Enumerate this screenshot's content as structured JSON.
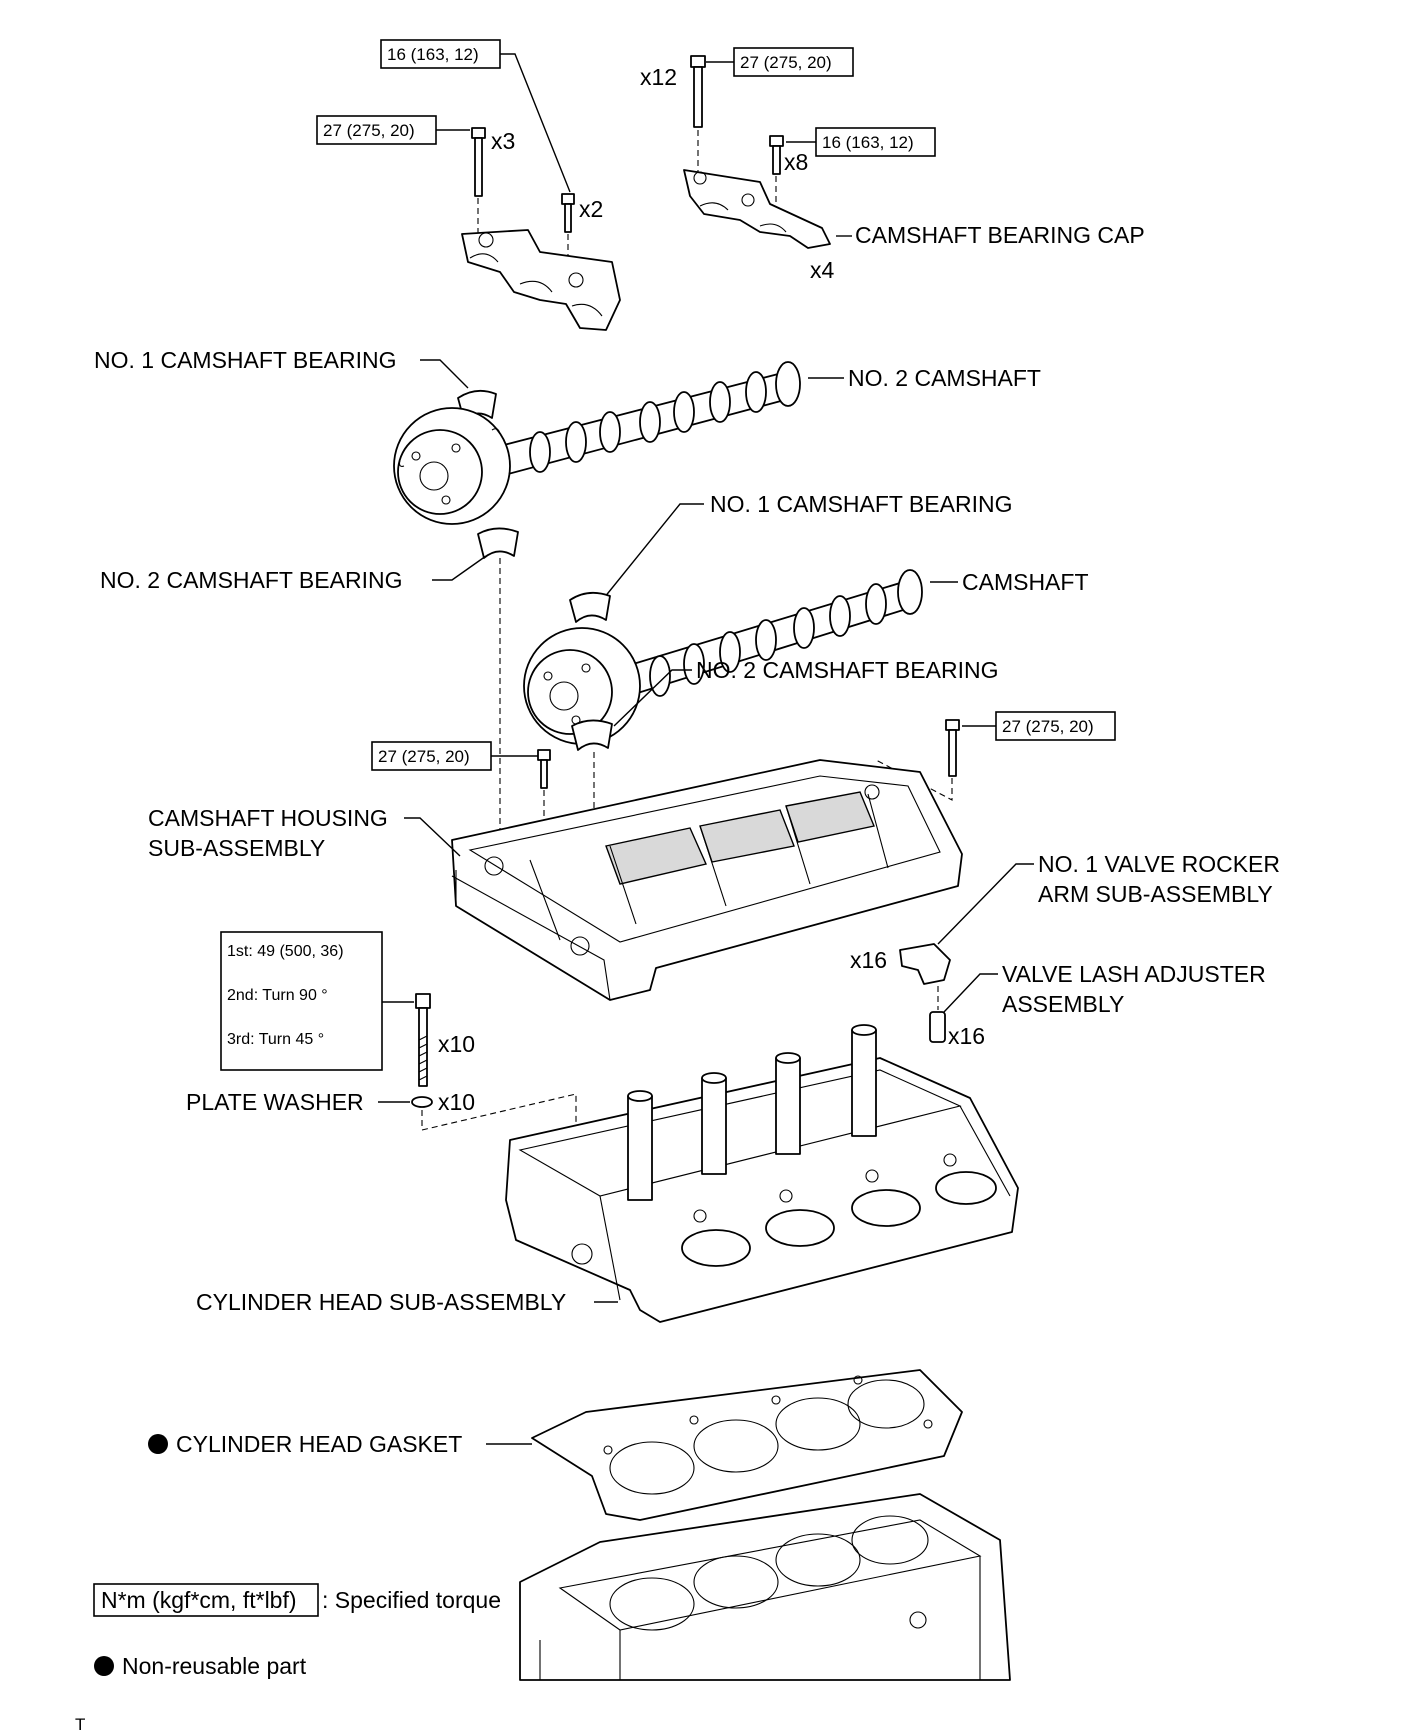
{
  "torque": {
    "t16": "16 (163, 12)",
    "t27": "27 (275, 20)",
    "head_bolt": {
      "s1": "1st: 49 (500, 36)",
      "s2": "2nd: Turn 90 °",
      "s3": "3rd: Turn 45 °"
    }
  },
  "qty": {
    "x2": "x2",
    "x3": "x3",
    "x4": "x4",
    "x8": "x8",
    "x10": "x10",
    "x12": "x12",
    "x16": "x16"
  },
  "labels": {
    "camshaft_bearing_cap": "CAMSHAFT BEARING CAP",
    "no1_camshaft_bearing": "NO. 1 CAMSHAFT BEARING",
    "no2_camshaft": "NO. 2 CAMSHAFT",
    "no2_camshaft_bearing": "NO. 2 CAMSHAFT BEARING",
    "camshaft": "CAMSHAFT",
    "camshaft_housing_1": "CAMSHAFT HOUSING",
    "camshaft_housing_2": "SUB-ASSEMBLY",
    "rocker_arm_1": "NO. 1 VALVE ROCKER",
    "rocker_arm_2": "ARM SUB-ASSEMBLY",
    "lash_adjuster_1": "VALVE LASH ADJUSTER",
    "lash_adjuster_2": "ASSEMBLY",
    "plate_washer": "PLATE WASHER",
    "cylinder_head": "CYLINDER HEAD SUB-ASSEMBLY",
    "cylinder_head_gasket": "CYLINDER HEAD GASKET"
  },
  "legend": {
    "torque_unit": "N*m (kgf*cm, ft*lbf)",
    "torque_desc": ": Specified torque",
    "nonreusable": "Non-reusable part"
  },
  "footer_mark": "T"
}
